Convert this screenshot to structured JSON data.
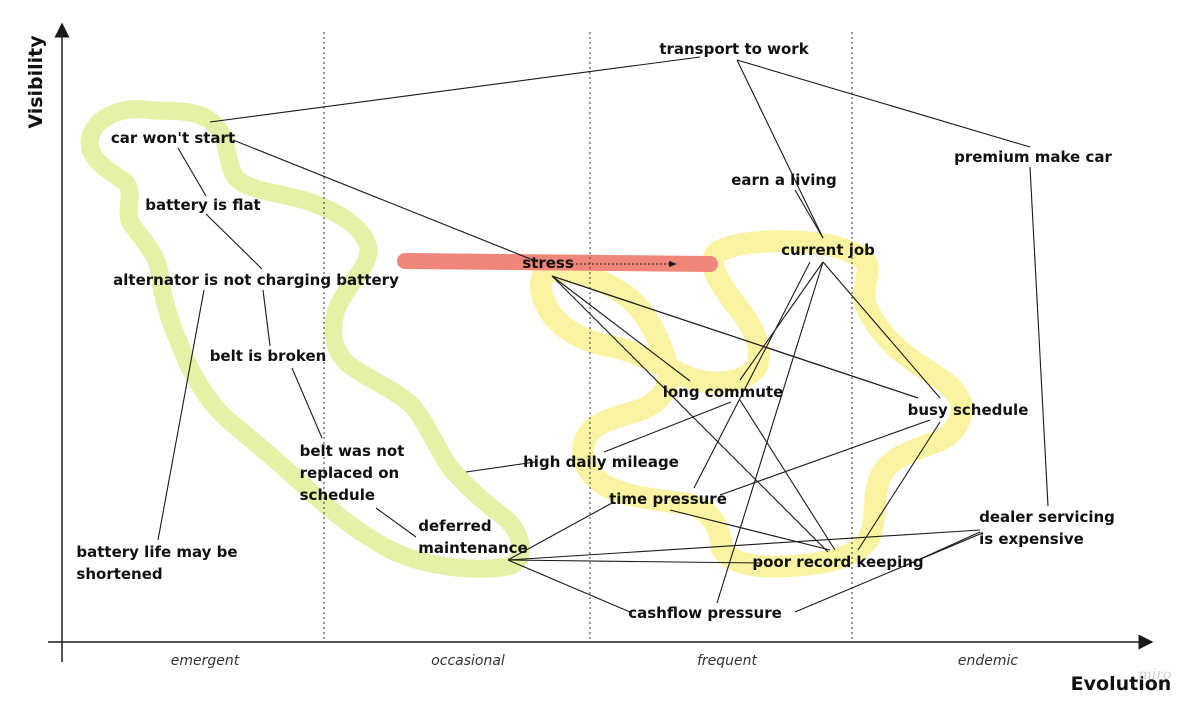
{
  "axes": {
    "y_label": "Visibility",
    "x_label": "Evolution"
  },
  "stages": [
    "emergent",
    "occasional",
    "frequent",
    "endemic"
  ],
  "watermark": "miro",
  "nodes": {
    "transport": "transport to work",
    "car_wont_start": "car won't start",
    "premium_car": "premium make car",
    "earn_living": "earn a living",
    "battery_flat": "battery is flat",
    "current_job": "current job",
    "stress": "stress",
    "alternator": "alternator is not charging battery",
    "belt_broken": "belt is broken",
    "long_commute": "long commute",
    "busy_schedule": "busy schedule",
    "belt_not_replaced": [
      "belt was not",
      "replaced on",
      "schedule"
    ],
    "high_mileage": "high daily mileage",
    "time_pressure": "time pressure",
    "dealer_servicing": [
      "dealer servicing",
      "is expensive"
    ],
    "deferred_maintenance": [
      "deferred",
      "maintenance"
    ],
    "battery_life": [
      "battery life may be",
      "shortened"
    ],
    "poor_record": "poor record keeping",
    "cashflow": "cashflow pressure"
  },
  "colors": {
    "green_highlight": "#e4f1a6",
    "yellow_highlight": "#faf4a2",
    "red_highlight": "#f0857a",
    "line": "#1a1a1a",
    "divider": "#555555"
  }
}
